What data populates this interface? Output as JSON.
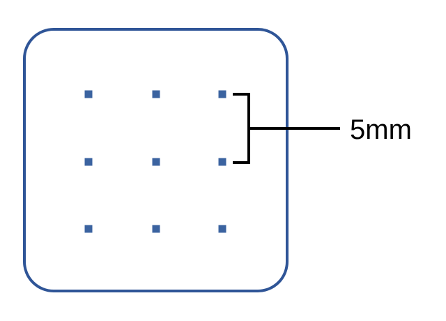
{
  "diagram": {
    "measurement_label": "5mm",
    "grid": {
      "rows": 3,
      "cols": 3
    },
    "colors": {
      "panel_border": "#2f5597",
      "dot": "#3b63a0",
      "bracket": "#000000",
      "background": "#ffffff"
    }
  }
}
